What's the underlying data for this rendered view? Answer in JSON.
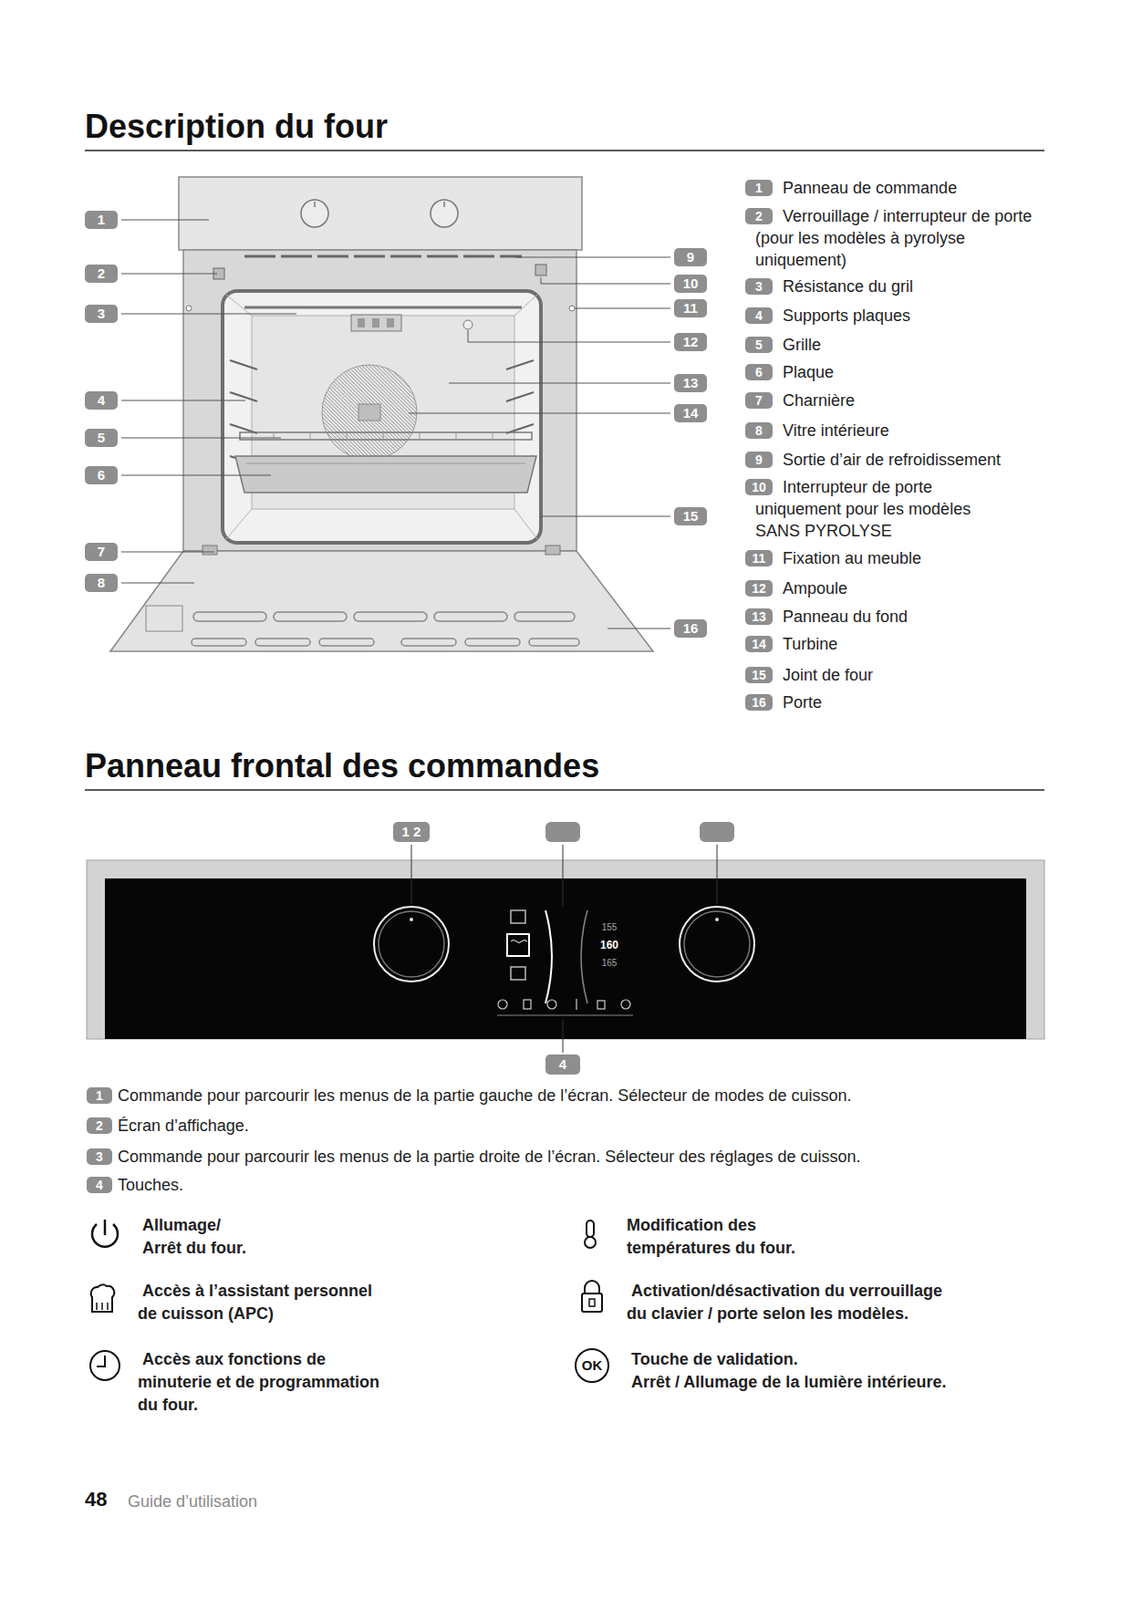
{
  "diagram": {
    "title": "Description du four",
    "labels": [
      "1",
      "2",
      "3",
      "4",
      "5",
      "6",
      "7",
      "8",
      "9",
      "10",
      "11",
      "12",
      "13",
      "14",
      "15",
      "16",
      "1",
      "Panneau de commande",
      "2",
      "Verrouillage / interrupteur de porte (pour les modèles à pyrolyse uniquement)",
      "3",
      "Résistance du gril",
      "4",
      "Supports plaques",
      "5",
      "Grille",
      "6",
      "Plaque",
      "7",
      "Charnière",
      "8",
      "Vitre intérieure",
      "9",
      "Sortie d’air de refroidissement",
      "10",
      "Interrupteur de porte uniquement pour les modèles SANS PYROLYSE",
      "11",
      "Fixation au meuble",
      "12",
      "Ampoule",
      "13",
      "Panneau du fond",
      "14",
      "Turbine",
      "15",
      "Joint de four",
      "16",
      "Porte",
      "Panneau frontal des commandes",
      "1 2",
      "4",
      "155",
      "160",
      "165",
      "1",
      "Commande pour parcourir les menus de la partie gauche de l’écran. Sélecteur de modes de cuisson.",
      "2",
      "Écran d’affichage.",
      "3",
      "Commande pour parcourir les menus de la partie droite de l’écran. Sélecteur des réglages de cuisson.",
      "4",
      "Touches.",
      "Allumage/ Arrêt du four.",
      "Modification des températures du four.",
      "Accès à l’assistant personnel de cuisson (APC)",
      "Activation/désactivation du verrouillage du clavier / porte selon les modèles.",
      "Accès aux fonctions de minuterie et de programmation du four.",
      "OK",
      "Touche de validation.",
      "Arrêt / Allumage de la lumière intérieure.",
      "48",
      "Guide d’utilisation"
    ]
  }
}
